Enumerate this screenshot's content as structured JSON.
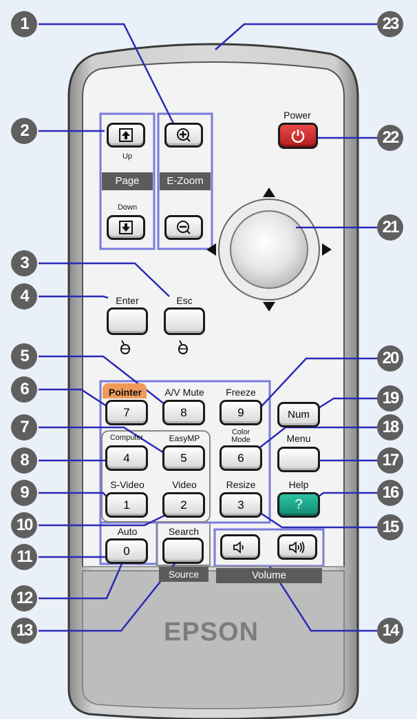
{
  "callouts": [
    "1",
    "2",
    "3",
    "4",
    "5",
    "6",
    "7",
    "8",
    "9",
    "10",
    "11",
    "12",
    "13",
    "14",
    "15",
    "16",
    "17",
    "18",
    "19",
    "20",
    "21",
    "22",
    "23"
  ],
  "brand": "EPSON",
  "page": {
    "up_label": "Up",
    "down_label": "Down",
    "group_label": "Page",
    "up_icon": "page-up-arrow-icon",
    "down_icon": "page-down-arrow-icon"
  },
  "ezoom": {
    "group_label": "E-Zoom",
    "in_icon": "zoom-in-icon",
    "out_icon": "zoom-out-icon"
  },
  "power": {
    "label": "Power",
    "icon": "power-icon",
    "color": "#d42a2a"
  },
  "enter": {
    "label": "Enter",
    "icon": "mouse-icon"
  },
  "esc": {
    "label": "Esc",
    "icon": "mouse-icon"
  },
  "keys": {
    "pointer": "Pointer",
    "av_mute": "A/V Mute",
    "freeze": "Freeze",
    "computer": "Computer",
    "easymp": "EasyMP",
    "color_mode_1": "Color",
    "color_mode_2": "Mode",
    "s_video": "S-Video",
    "video": "Video",
    "resize": "Resize",
    "auto": "Auto",
    "search": "Search",
    "num": "Num",
    "menu": "Menu",
    "help": "Help",
    "help_symbol": "?",
    "d7": "7",
    "d8": "8",
    "d9": "9",
    "d4": "4",
    "d5": "5",
    "d6": "6",
    "d1": "1",
    "d2": "2",
    "d3": "3",
    "d0": "0"
  },
  "source": {
    "group_label": "Source"
  },
  "volume": {
    "group_label": "Volume",
    "down_icon": "volume-down-icon",
    "up_icon": "volume-up-icon"
  },
  "colors": {
    "accent_lines": "#2a2ab8",
    "group_border": "#7a7add",
    "pointer_tab": "#f09a5a",
    "help_key": "#1aa48a",
    "power_key": "#d42a2a",
    "badge": "#5f5f5f"
  }
}
